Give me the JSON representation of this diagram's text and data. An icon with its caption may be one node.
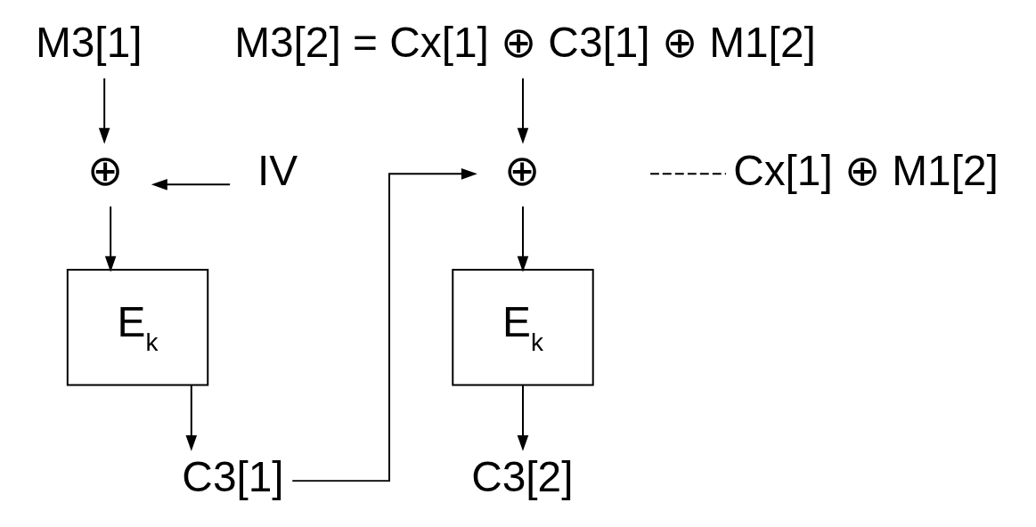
{
  "diagram": {
    "nodes": [
      {
        "text": [
          "M3[1]"
        ]
      },
      {
        "text": [
          "IV"
        ]
      },
      {
        "text": [
          "⊕"
        ]
      },
      {
        "text": [
          "E$_{k}$"
        ]
      },
      {
        "text": [
          "C3[1]"
        ]
      },
      {
        "text": [
          "M3[2] = Cx[1] ⊕ C3[1] ⊕ M1[2]"
        ]
      },
      {
        "text": [
          "⊕"
        ]
      },
      {
        "text": [
          "E$_{k}$"
        ]
      },
      {
        "text": [
          "C3[2]"
        ]
      },
      {
        "text": [
          "Cx[1] ⊕ M1[2]"
        ]
      }
    ],
    "edges": [
      {
        "from": 0,
        "to": 2,
        "arrow": "to"
      },
      {
        "from": 1,
        "to": 2,
        "arrow": "to"
      },
      {
        "from": 2,
        "to": 3,
        "arrow": "to"
      },
      {
        "from": 3,
        "to": 4,
        "arrow": "to"
      },
      {
        "from": 4,
        "to": 6,
        "arrow": "to"
      },
      {
        "from": 5,
        "to": 6,
        "arrow": "to"
      },
      {
        "from": 6,
        "to": 7,
        "arrow": "to"
      },
      {
        "from": 7,
        "to": 8,
        "arrow": "to"
      },
      {
        "from": 9,
        "to": null,
        "arrow": "none",
        "style": "dashed"
      }
    ]
  }
}
